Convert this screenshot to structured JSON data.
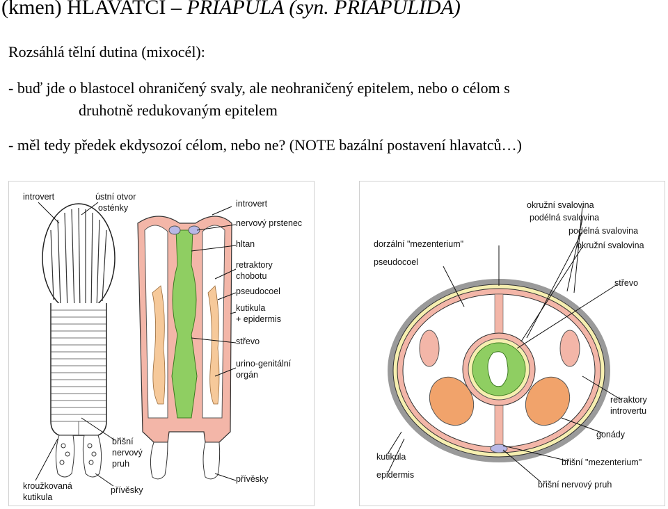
{
  "title": {
    "plain": "(kmen) HLAVATCI – ",
    "italic": "PRIAPULA (syn. PRIAPULIDA)"
  },
  "body": {
    "line1": "Rozsáhlá tělní dutina (mixocél):",
    "line2": "- buď jde o blastocel ohraničený svaly, ale neohraničený epitelem, nebo o célom s",
    "line3": "druhotně redukovaným epitelem",
    "line4": "- měl tedy předek ekdysozoí célom, nebo ne? (NOTE bazální postavení hlavatců…)"
  },
  "left_figure": {
    "labels": {
      "introvert_a": "introvert",
      "mouth1": "ústní otvor",
      "mouth2": "osténky",
      "introvert_b": "introvert",
      "nerve_ring": "nervový prstenec",
      "pharynx": "hltan",
      "retractor1": "retraktory",
      "retractor2": "chobotu",
      "pseudocoel": "pseudocoel",
      "cuticle1": "kutikula",
      "cuticle2": "+ epidermis",
      "gut": "střevo",
      "urogen1": "urino-genitální",
      "urogen2": "orgán",
      "ventral1": "břišní",
      "ventral2": "nervový",
      "ventral3": "pruh",
      "ring_cut1": "kroužkovaná",
      "ring_cut2": "kutikula",
      "append_a": "přívěsky",
      "append_b": "přívěsky"
    }
  },
  "right_figure": {
    "labels": {
      "circ_muscle_a": "okružní svalovina",
      "long_muscle_a": "podélná svalovina",
      "long_muscle_b": "podélná svalovina",
      "circ_muscle_b": "okružní svalovina",
      "dorsal_mes": "dorzální \"mezenterium\"",
      "pseudocoel": "pseudocoel",
      "gut": "střevo",
      "retractor1": "retraktory",
      "retractor2": "introvertu",
      "gonads": "gonády",
      "cuticle": "kutikula",
      "ventral_mes": "břišní \"mezenterium\"",
      "epidermis": "epidermis",
      "ventral_nerve": "břišní nervový pruh"
    }
  }
}
